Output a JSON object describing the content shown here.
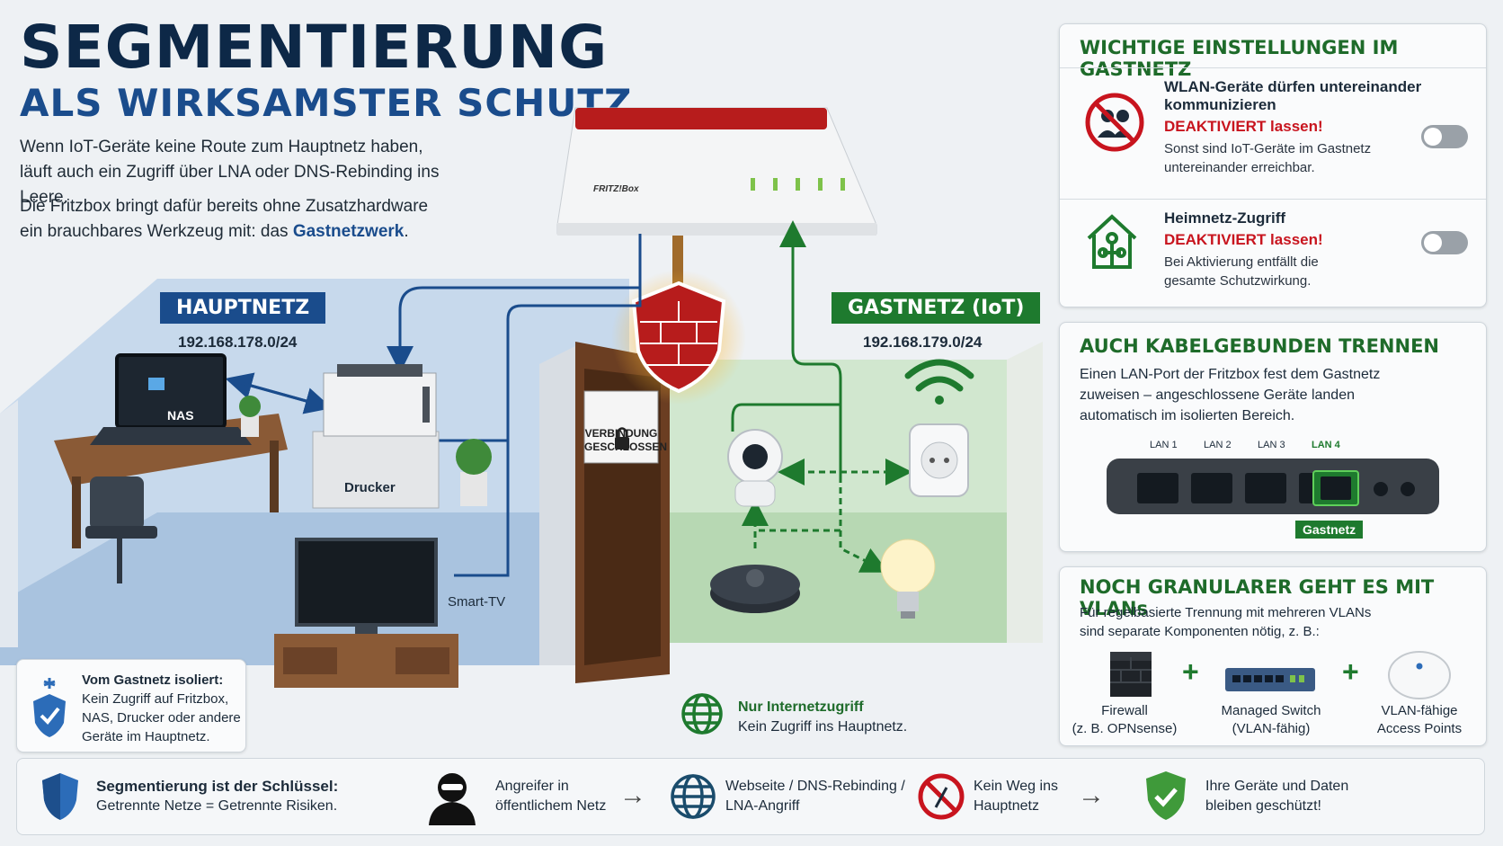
{
  "title": {
    "line1": "SEGMENTIERUNG",
    "line2": "ALS WIRKSAMSTER SCHUTZ"
  },
  "intro": {
    "p1a": "Wenn IoT-Geräte keine Route zum Hauptnetz haben,",
    "p1b": "läuft auch ein Zugriff über LNA oder DNS-Rebinding ins Leere.",
    "p2a": "Die Fritzbox bringt dafür bereits ohne Zusatzhardware",
    "p2b": "ein brauchbares Werkzeug mit: das",
    "p2c": "Gastnetzwerk",
    "p2d": "."
  },
  "router": {
    "brand": "FRITZ!Box"
  },
  "main_net": {
    "label": "HAUPTNETZ",
    "ip": "192.168.178.0/24",
    "nas": "NAS",
    "printer": "Drucker",
    "tv": "Smart-TV"
  },
  "guest_net": {
    "label": "GASTNETZ (IoT)",
    "ip": "192.168.179.0/24"
  },
  "door_sign": {
    "line1": "VERBINDUNG",
    "line2": "GESCHLOSSEN"
  },
  "isolated_box": {
    "title": "Vom Gastnetz isoliert:",
    "l1": "Kein Zugriff auf Fritzbox,",
    "l2": "NAS, Drucker oder andere",
    "l3": "Geräte im Hauptnetz."
  },
  "internet_box": {
    "title": "Nur Internetzugriff",
    "text": "Kein Zugriff ins Hauptnetz."
  },
  "settings": {
    "title": "WICHTIGE EINSTELLUNGEN IM GASTNETZ",
    "item1": {
      "title1": "WLAN-Geräte dürfen untereinander",
      "title2": "kommunizieren",
      "status": "DEAKTIVIERT lassen!",
      "d1": "Sonst sind IoT-Geräte im Gastnetz",
      "d2": "untereinander erreichbar."
    },
    "item2": {
      "title1": "Heimnetz-Zugriff",
      "status": "DEAKTIVIERT lassen!",
      "d1": "Bei Aktivierung entfällt die",
      "d2": "gesamte Schutzwirkung."
    }
  },
  "cable": {
    "title": "AUCH KABELGEBUNDEN TRENNEN",
    "l1": "Einen LAN-Port der Fritzbox fest dem Gastnetz",
    "l2": "zuweisen – angeschlossene Geräte landen",
    "l3": "automatisch im isolierten Bereich.",
    "ports": [
      "LAN 1",
      "LAN 2",
      "LAN 3",
      "LAN 4"
    ],
    "guest_port": "Gastnetz"
  },
  "vlan": {
    "title": "NOCH GRANULARER GEHT ES MIT VLANs",
    "l1": "Für regelbasierte Trennung mit mehreren VLANs",
    "l2": "sind separate Komponenten nötig, z. B.:",
    "c1a": "Firewall",
    "c1b": "(z. B. OPNsense)",
    "c2a": "Managed Switch",
    "c2b": "(VLAN-fähig)",
    "c3a": "VLAN-fähige",
    "c3b": "Access Points",
    "plus": "+"
  },
  "bottom": {
    "key1": "Segmentierung ist der Schlüssel:",
    "key2": "Getrennte Netze = Getrennte Risiken.",
    "s1a": "Angreifer in",
    "s1b": "öffentlichem Netz",
    "s2a": "Webseite / DNS-Rebinding /",
    "s2b": "LNA-Angriff",
    "s3a": "Kein Weg ins",
    "s3b": "Hauptnetz",
    "s4a": "Ihre Geräte und Daten",
    "s4b": "bleiben geschützt!"
  },
  "colors": {
    "main_blue": "#1a4c8c",
    "guest_green": "#1e7a2e",
    "alert_red": "#c8141e"
  }
}
